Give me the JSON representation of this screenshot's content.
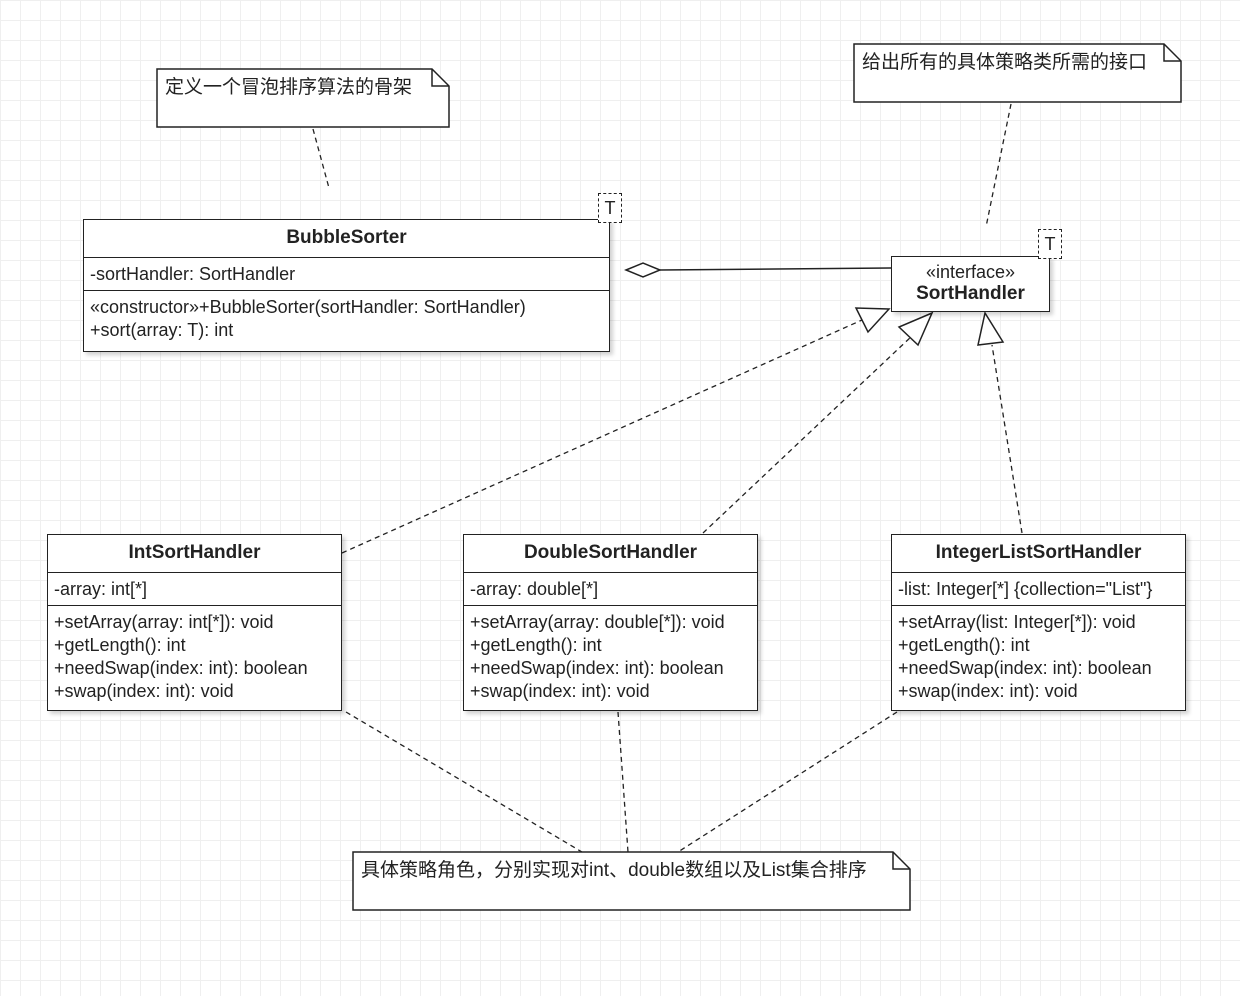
{
  "notes": {
    "bubble_note": "定义一个冒泡排序算法的骨架",
    "interface_note": "给出所有的具体策略类所需的接口",
    "concrete_note": "具体策略角色，分别实现对int、double数组以及List集合排序"
  },
  "bubble_sorter": {
    "template_param": "T",
    "name": "BubbleSorter",
    "attributes": [
      "-sortHandler: SortHandler"
    ],
    "operations": [
      "«constructor»+BubbleSorter(sortHandler: SortHandler)",
      "+sort(array: T): int"
    ]
  },
  "sort_handler": {
    "template_param": "T",
    "stereotype": "«interface»",
    "name": "SortHandler"
  },
  "int_handler": {
    "name": "IntSortHandler",
    "attributes": [
      "-array: int[*]"
    ],
    "operations": [
      "+setArray(array: int[*]): void",
      "+getLength(): int",
      "+needSwap(index: int): boolean",
      "+swap(index: int): void"
    ]
  },
  "double_handler": {
    "name": "DoubleSortHandler",
    "attributes": [
      "-array: double[*]"
    ],
    "operations": [
      "+setArray(array: double[*]): void",
      "+getLength(): int",
      "+needSwap(index: int): boolean",
      "+swap(index: int): void"
    ]
  },
  "integer_list_handler": {
    "name": "IntegerListSortHandler",
    "attributes": [
      "-list: Integer[*] {collection=\"List\"}"
    ],
    "operations": [
      "+setArray(list: Integer[*]): void",
      "+getLength(): int",
      "+needSwap(index: int): boolean",
      "+swap(index: int): void"
    ]
  }
}
